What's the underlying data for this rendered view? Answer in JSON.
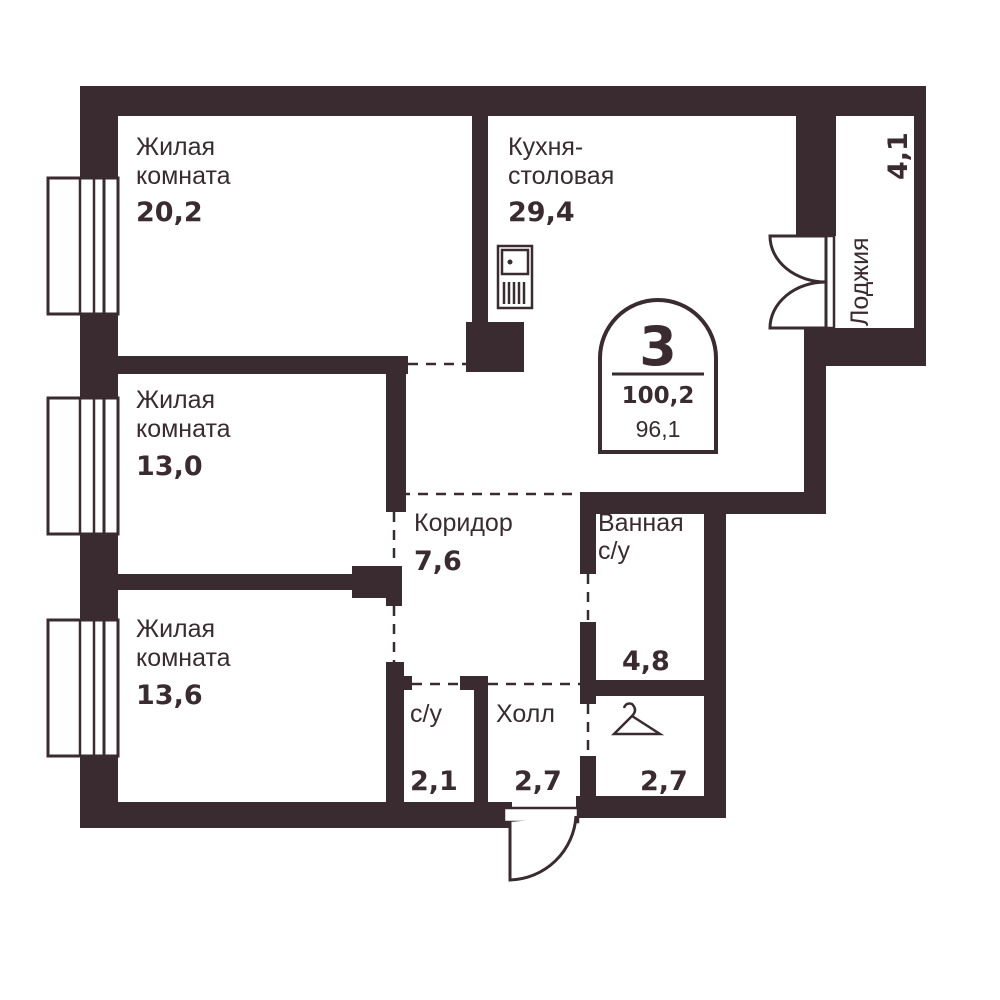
{
  "apartment": {
    "rooms_count": "3",
    "total_area": "100,2",
    "living_area": "96,1"
  },
  "rooms": {
    "living1": {
      "name": "Жилая\nкомната",
      "line1": "Жилая",
      "line2": "комната",
      "area": "20,2"
    },
    "kitchen": {
      "line1": "Кухня-",
      "line2": "столовая",
      "area": "29,4"
    },
    "loggia": {
      "name": "Лоджия",
      "area": "4,1"
    },
    "living2": {
      "line1": "Жилая",
      "line2": "комната",
      "area": "13,0"
    },
    "corridor": {
      "name": "Коридор",
      "area": "7,6"
    },
    "bathroom": {
      "line1": "Ванная",
      "line2": "с/у",
      "area": "4,8"
    },
    "living3": {
      "line1": "Жилая",
      "line2": "комната",
      "area": "13,6"
    },
    "wc": {
      "name": "с/у",
      "area": "2,1"
    },
    "hall": {
      "name": "Холл",
      "area": "2,7"
    },
    "wardrobe": {
      "area": "2,7",
      "icon": "hanger-icon"
    }
  },
  "colors": {
    "wall": "#3a2b30",
    "background": "#ffffff"
  }
}
